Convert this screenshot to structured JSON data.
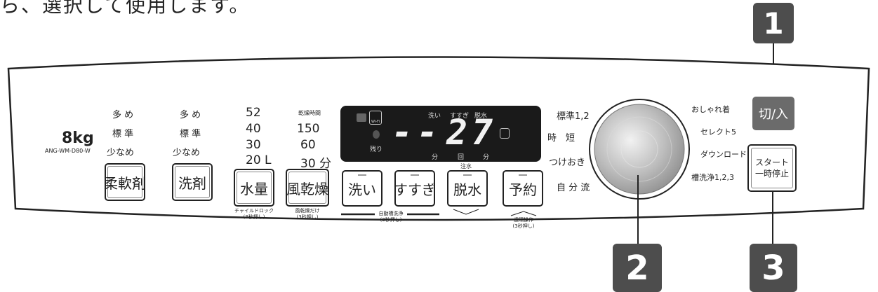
{
  "instruction_text": "ら、選択して使用します。",
  "callouts": [
    "1",
    "2",
    "3"
  ],
  "model": {
    "capacity": "8kg",
    "model_number": "ANG-WM-D80-W"
  },
  "softener_options": [
    "多 め",
    "標 準",
    "少なめ"
  ],
  "detergent_options": [
    "多 め",
    "標 準",
    "少なめ"
  ],
  "water_levels": [
    "52",
    "40",
    "30",
    "20 L"
  ],
  "dry_time_label": "乾燥時間",
  "dry_times": [
    "150",
    "60",
    "30 分"
  ],
  "buttons": {
    "softener": "柔軟剤",
    "detergent": "洗剤",
    "water": "水量",
    "air_dry": "風乾燥",
    "wash": "洗い",
    "rinse": "すすぎ",
    "spin": "脱水",
    "reserve": "予約",
    "power": "切/入",
    "start_line1": "スタート",
    "start_line2": "一時停止"
  },
  "sub_labels": {
    "water_lock": "チャイルドロック\n(3秒押し)",
    "air_dry_only": "風乾燥だけ\n(3秒押し)",
    "tub_clean": "自動槽洗浄\n(3秒押し)",
    "remote": "遠隔操作\n(3秒押し)"
  },
  "display": {
    "wifi_label": "Wi-Fi",
    "stages": [
      "洗い",
      "すすぎ",
      "脱水"
    ],
    "remaining": "残り",
    "digits": [
      "-",
      "-",
      "2",
      "7"
    ],
    "units": [
      "分",
      "回",
      "分"
    ],
    "water_fill": "注水"
  },
  "courses_left": [
    "標準1,2",
    "時　短",
    "つけおき",
    "自 分 流"
  ],
  "courses_right": [
    "おしゃれ着",
    "セレクト5",
    "ダウンロード",
    "槽洗浄1,2,3"
  ]
}
